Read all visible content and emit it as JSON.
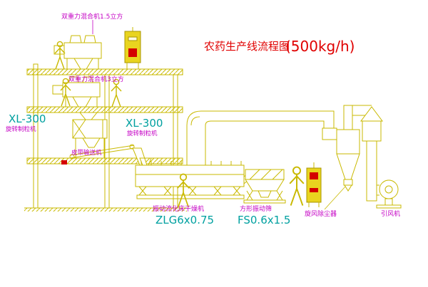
{
  "title": {
    "main": "农药生产线流程图",
    "capacity": "(500kg/h)"
  },
  "labels": {
    "mixer_top": "双重力混合机1.5立方",
    "mixer_mid": "双重力混合机3立方",
    "granulator_left_model": "XL-300",
    "granulator_left_name": "旋转制粒机",
    "granulator_right_model": "XL-300",
    "granulator_right_name": "旋转制粒机",
    "belt_conveyor": "皮带输送机",
    "dryer_name": "振动流化床干燥机",
    "dryer_model": "ZLG6x0.75",
    "sieve_name": "方形振动筛",
    "sieve_model": "FS0.6x1.5",
    "cyclone_name": "旋风除尘器",
    "fan_name": "引风机"
  },
  "colors": {
    "line_yellow": "#c9b900",
    "text_magenta": "#c400c4",
    "text_cyan": "#00a0a0",
    "title_red": "#e00000",
    "background": "#ffffff"
  }
}
